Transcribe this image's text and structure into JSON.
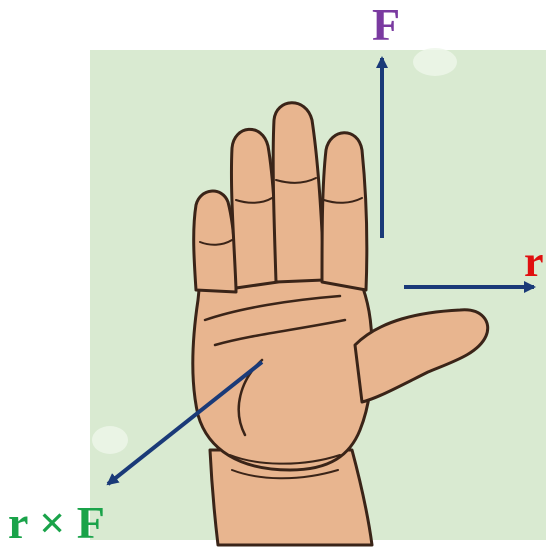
{
  "labels": {
    "force": "F",
    "radius": "r",
    "cross_product": "r × F"
  },
  "colors": {
    "background_panel": "#d9ead1",
    "skin": "#e8b58f",
    "skin_shadow": "#cf9770",
    "outline": "#3a2418",
    "arrow": "#1a3a78",
    "force_label": "#7a3aa0",
    "radius_label": "#e01010",
    "cross_label": "#1aa34a"
  },
  "icons": {
    "hand": "right-hand-open-palm-illustration"
  }
}
